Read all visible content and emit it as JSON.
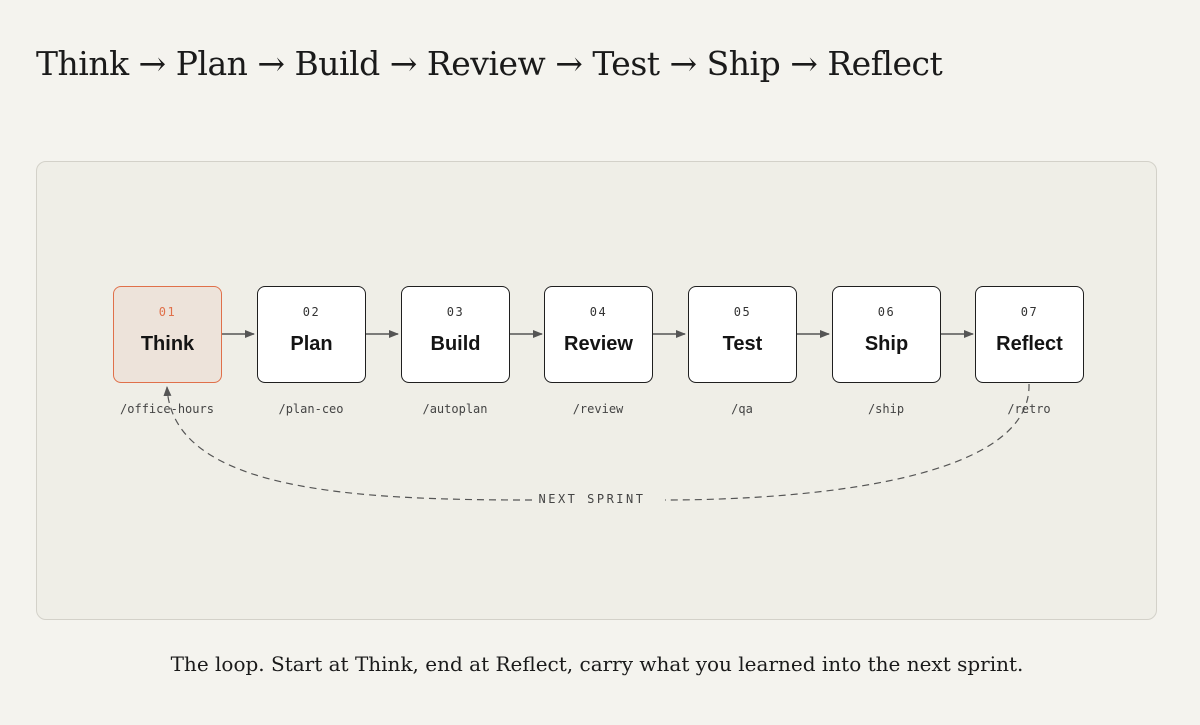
{
  "heading": "Think → Plan → Build → Review → Test → Ship → Reflect",
  "steps": [
    {
      "num": "01",
      "name": "Think",
      "command": "/office-hours",
      "active": true
    },
    {
      "num": "02",
      "name": "Plan",
      "command": "/plan-ceo",
      "active": false
    },
    {
      "num": "03",
      "name": "Build",
      "command": "/autoplan",
      "active": false
    },
    {
      "num": "04",
      "name": "Review",
      "command": "/review",
      "active": false
    },
    {
      "num": "05",
      "name": "Test",
      "command": "/qa",
      "active": false
    },
    {
      "num": "06",
      "name": "Ship",
      "command": "/ship",
      "active": false
    },
    {
      "num": "07",
      "name": "Reflect",
      "command": "/retro",
      "active": false
    }
  ],
  "loop": {
    "label": "NEXT SPRINT",
    "from": "Reflect",
    "to": "Think"
  },
  "caption": "The loop. Start at Think, end at Reflect, carry what you learned into the next sprint.",
  "colors": {
    "background": "#f4f3ee",
    "panel": "#efeee7",
    "accent": "#e0704a",
    "active_fill": "#ede3da",
    "box_fill": "#ffffff",
    "ink": "#1f1f1f"
  }
}
